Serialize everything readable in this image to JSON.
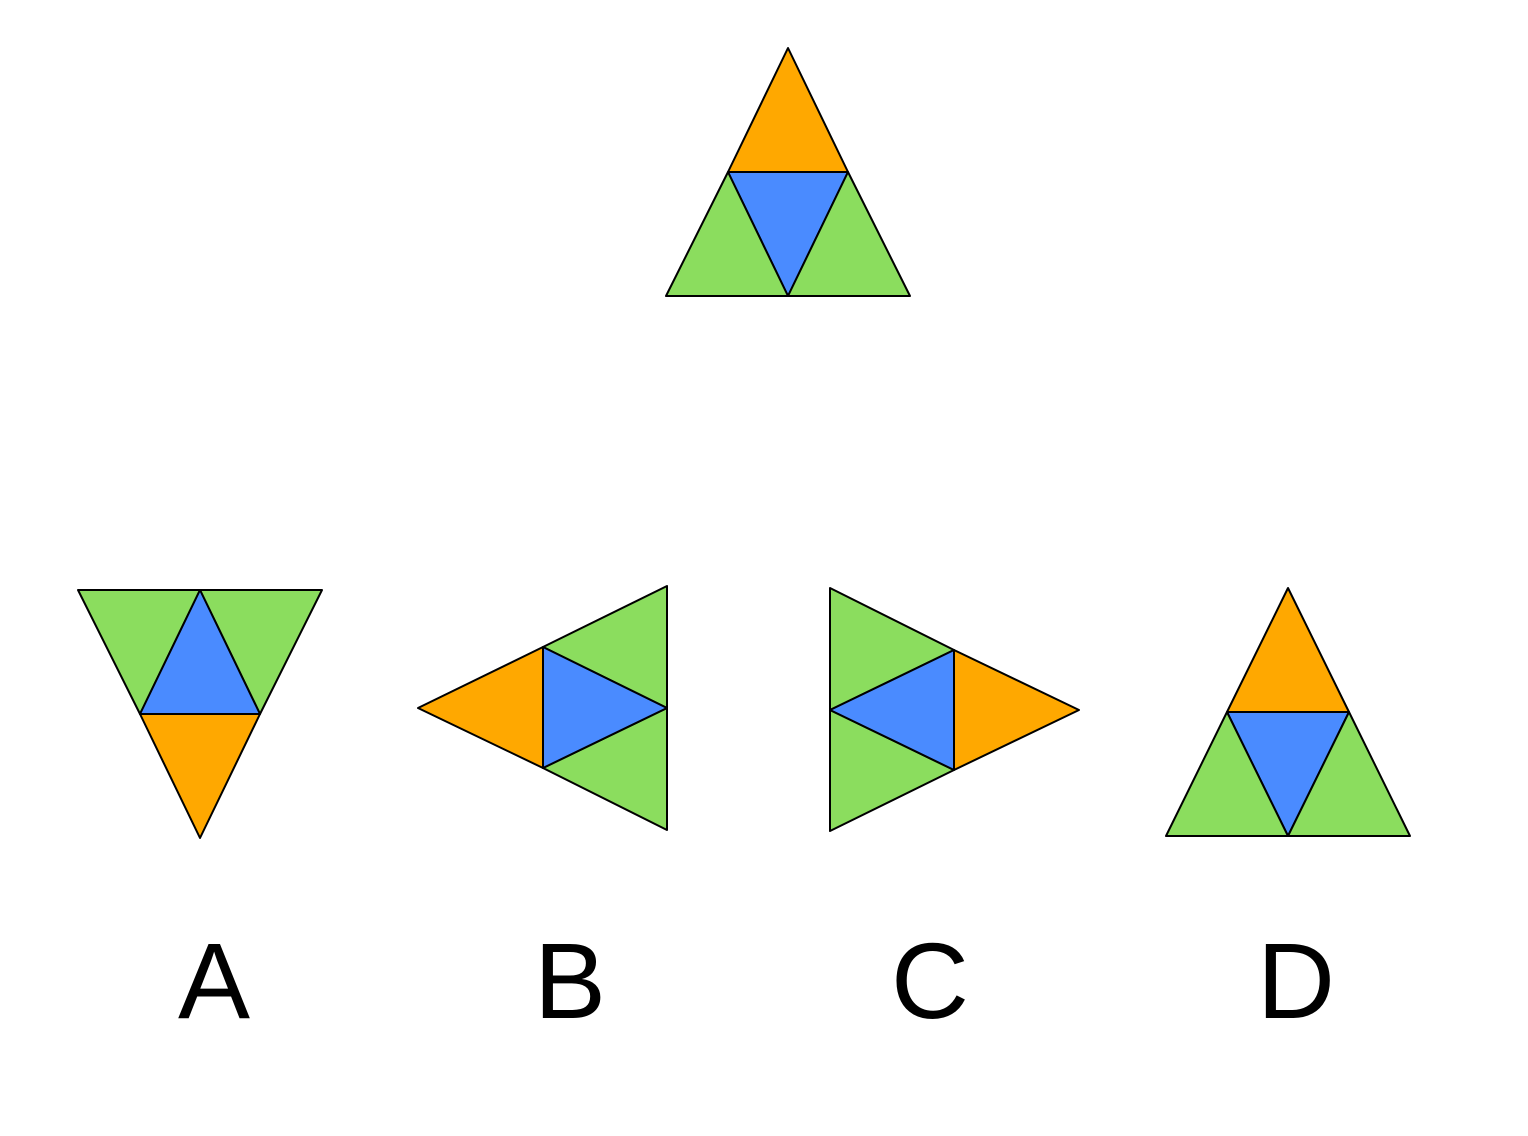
{
  "colors": {
    "orange": "#FFA800",
    "blue": "#4A8BFF",
    "green": "#8BDD5E",
    "outline": "#000000",
    "background": "#FFFFFF"
  },
  "reference_figure": {
    "pieces": [
      {
        "position": "top",
        "color": "orange"
      },
      {
        "position": "center",
        "color": "blue"
      },
      {
        "position": "bottom-left",
        "color": "green"
      },
      {
        "position": "bottom-right",
        "color": "green"
      }
    ]
  },
  "options": [
    {
      "label": "A",
      "pieces": [
        {
          "position": "bottom",
          "color": "orange"
        },
        {
          "position": "center",
          "color": "blue"
        },
        {
          "position": "top-left",
          "color": "green"
        },
        {
          "position": "top-right",
          "color": "green"
        }
      ]
    },
    {
      "label": "B",
      "pieces": [
        {
          "position": "left",
          "color": "orange"
        },
        {
          "position": "center",
          "color": "blue"
        },
        {
          "position": "top-right",
          "color": "green"
        },
        {
          "position": "bottom-right",
          "color": "green"
        }
      ]
    },
    {
      "label": "C",
      "pieces": [
        {
          "position": "right",
          "color": "orange"
        },
        {
          "position": "center",
          "color": "blue"
        },
        {
          "position": "top-left",
          "color": "green"
        },
        {
          "position": "bottom-left",
          "color": "green"
        }
      ]
    },
    {
      "label": "D",
      "pieces": [
        {
          "position": "top",
          "color": "orange"
        },
        {
          "position": "center",
          "color": "blue"
        },
        {
          "position": "bottom-left",
          "color": "green"
        },
        {
          "position": "bottom-right",
          "color": "green"
        }
      ]
    }
  ]
}
